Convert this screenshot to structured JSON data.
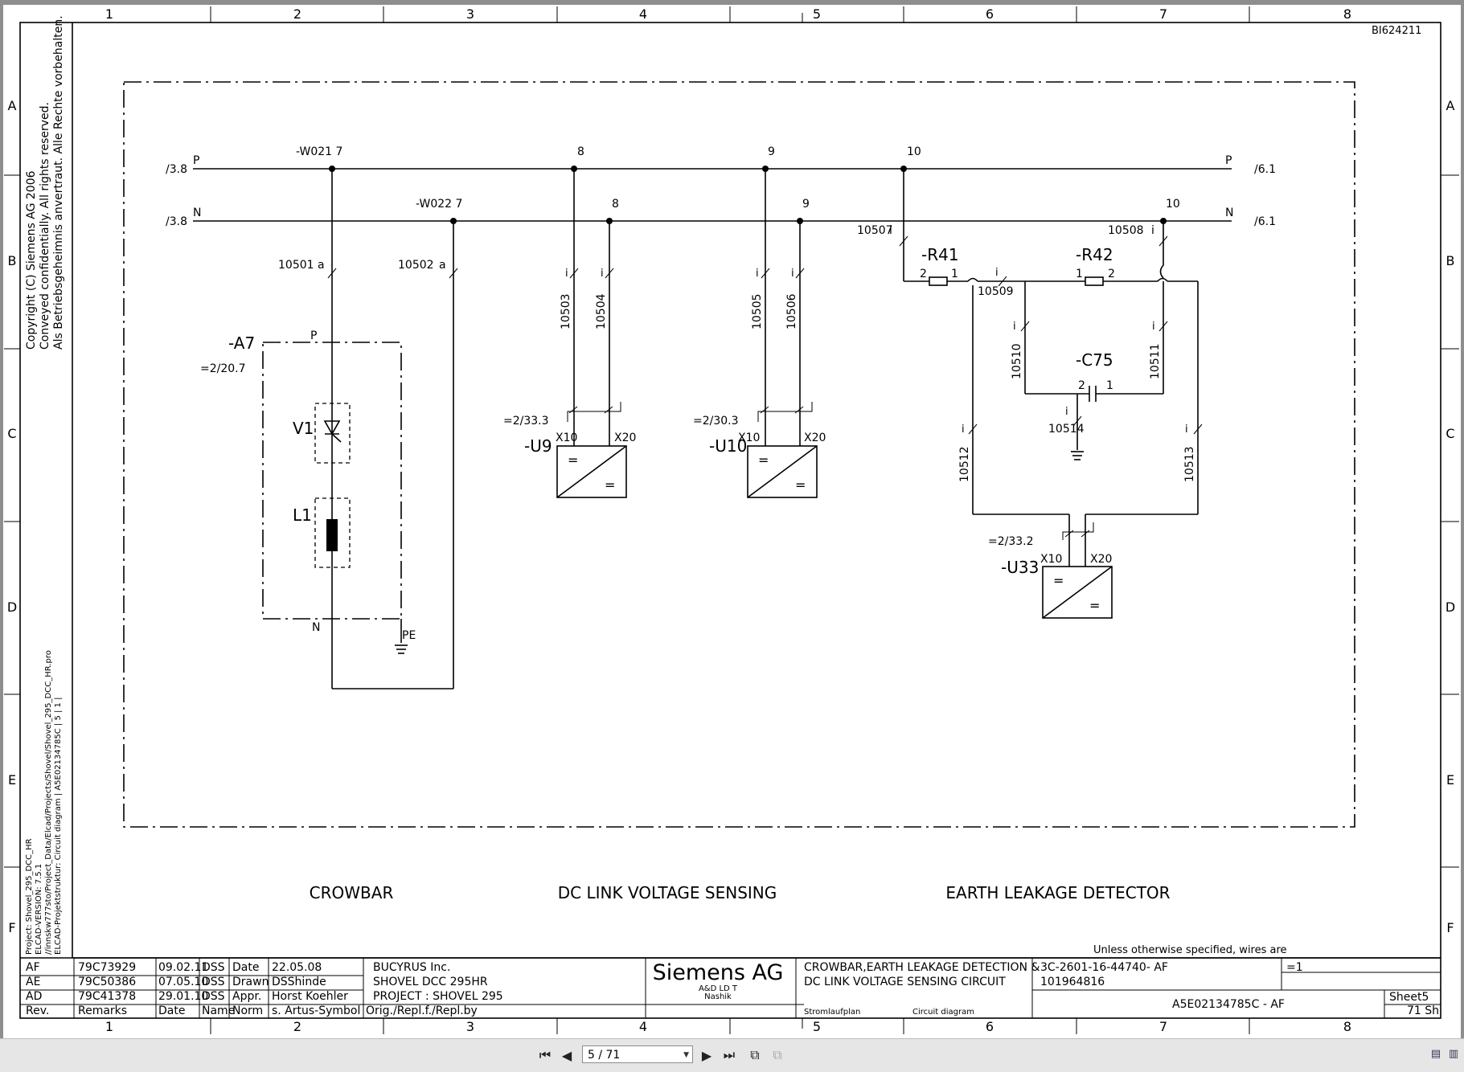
{
  "grid": {
    "columns": [
      "1",
      "2",
      "3",
      "4",
      "5",
      "6",
      "7",
      "8"
    ],
    "rows": [
      "A",
      "B",
      "C",
      "D",
      "E",
      "F"
    ]
  },
  "doc_id": "BI624211",
  "copyright": [
    "Copyright (C) Siemens AG 2006",
    "Conveyed confidentially. All rights reserved.",
    "Als Betriebsgeheimnis anvertraut. Alle Rechte vorbehalten."
  ],
  "project_info": [
    "Project:  Shovel_295_DCC_HR",
    "ELCAD-VERSION:  7.5.1",
    "//innskw777sto/Project_Data/Elcad/Projects/Shovel/Shovel_295_DCC_HR.pro",
    "ELCAD-Projektstruktur: Circuit diagram | A5E02134785C | 5 | 1 |"
  ],
  "diagram": {
    "bus_p": {
      "ref_left": "/3.8",
      "label": "P",
      "ref_right": "/6.1"
    },
    "bus_n": {
      "ref_left": "/3.8",
      "label": "N",
      "ref_right": "/6.1"
    },
    "w021": "-W021 7",
    "w022": "-W022 7",
    "p_terms": [
      "8",
      "9",
      "10"
    ],
    "n_terms": [
      "8",
      "9",
      "10"
    ],
    "wires": {
      "w10501": "10501",
      "w10502": "10502",
      "w10503": "10503",
      "w10504": "10504",
      "w10505": "10505",
      "w10506": "10506",
      "w10507": "10507",
      "w10508": "10508",
      "w10509": "10509",
      "w10510": "10510",
      "w10511": "10511",
      "w10512": "10512",
      "w10513": "10513",
      "w10514": "10514"
    },
    "markers": {
      "a": "a",
      "i": "i"
    },
    "a7": {
      "name": "-A7",
      "ref": "=2/20.7",
      "p": "P",
      "n": "N",
      "pe": "PE",
      "v1": "V1",
      "l1": "L1"
    },
    "u9": {
      "name": "-U9",
      "ref": "=2/33.3",
      "x10": "X10",
      "x20": "X20"
    },
    "u10": {
      "name": "-U10",
      "ref": "=2/30.3",
      "x10": "X10",
      "x20": "X20"
    },
    "u33": {
      "name": "-U33",
      "ref": "=2/33.2",
      "x10": "X10",
      "x20": "X20"
    },
    "r41": {
      "name": "-R41",
      "pin1": "1",
      "pin2": "2"
    },
    "r42": {
      "name": "-R42",
      "pin1": "1",
      "pin2": "2"
    },
    "c75": {
      "name": "-C75",
      "pin1": "1",
      "pin2": "2"
    },
    "eq": "=",
    "sections": [
      "CROWBAR",
      "DC LINK VOLTAGE SENSING",
      "EARTH LEAKAGE DETECTOR"
    ]
  },
  "wires_note": "Unless otherwise specified, wires are",
  "title_block": {
    "revisions": [
      {
        "rev": "AF",
        "remarks": "79C73929",
        "date": "09.02.11",
        "name": "DSS"
      },
      {
        "rev": "AE",
        "remarks": "79C50386",
        "date": "07.05.10",
        "name": "DSS"
      },
      {
        "rev": "AD",
        "remarks": "79C41378",
        "date": "29.01.10",
        "name": "DSS"
      }
    ],
    "rev_header": {
      "rev": "Rev.",
      "remarks": "Remarks",
      "date": "Date",
      "name": "Name"
    },
    "approvals": [
      {
        "label": "Date",
        "value": "22.05.08"
      },
      {
        "label": "Drawn",
        "value": "DSShinde"
      },
      {
        "label": "Appr.",
        "value": "Horst Koehler"
      },
      {
        "label": "Norm",
        "value": "s. Artus-Symbol"
      }
    ],
    "customer": [
      "BUCYRUS Inc.",
      "SHOVEL DCC 295HR",
      "PROJECT : SHOVEL 295"
    ],
    "orig": "Orig./Repl.f./Repl.by",
    "company": "Siemens AG",
    "company_sub1": "A&D LD T",
    "company_sub2": "Nashik",
    "title": [
      "CROWBAR,EARTH LEAKAGE DETECTION &",
      "DC LINK VOLTAGE SENSING CIRCUIT"
    ],
    "type_de": "Stromlaufplan",
    "type_en": "Circuit diagram",
    "drawing_no": [
      "3C-2601-16-44740- AF",
      "101964816"
    ],
    "doc_no": "A5E02134785C - AF",
    "eq_ref": "=1",
    "sheet_label": "Sheet5",
    "sheet_total": "71 Sh"
  },
  "toolbar": {
    "page_value": "5 / 71",
    "first_icon": "first-page-icon",
    "prev_icon": "prev-page-icon",
    "next_icon": "next-page-icon",
    "last_icon": "last-page-icon"
  }
}
